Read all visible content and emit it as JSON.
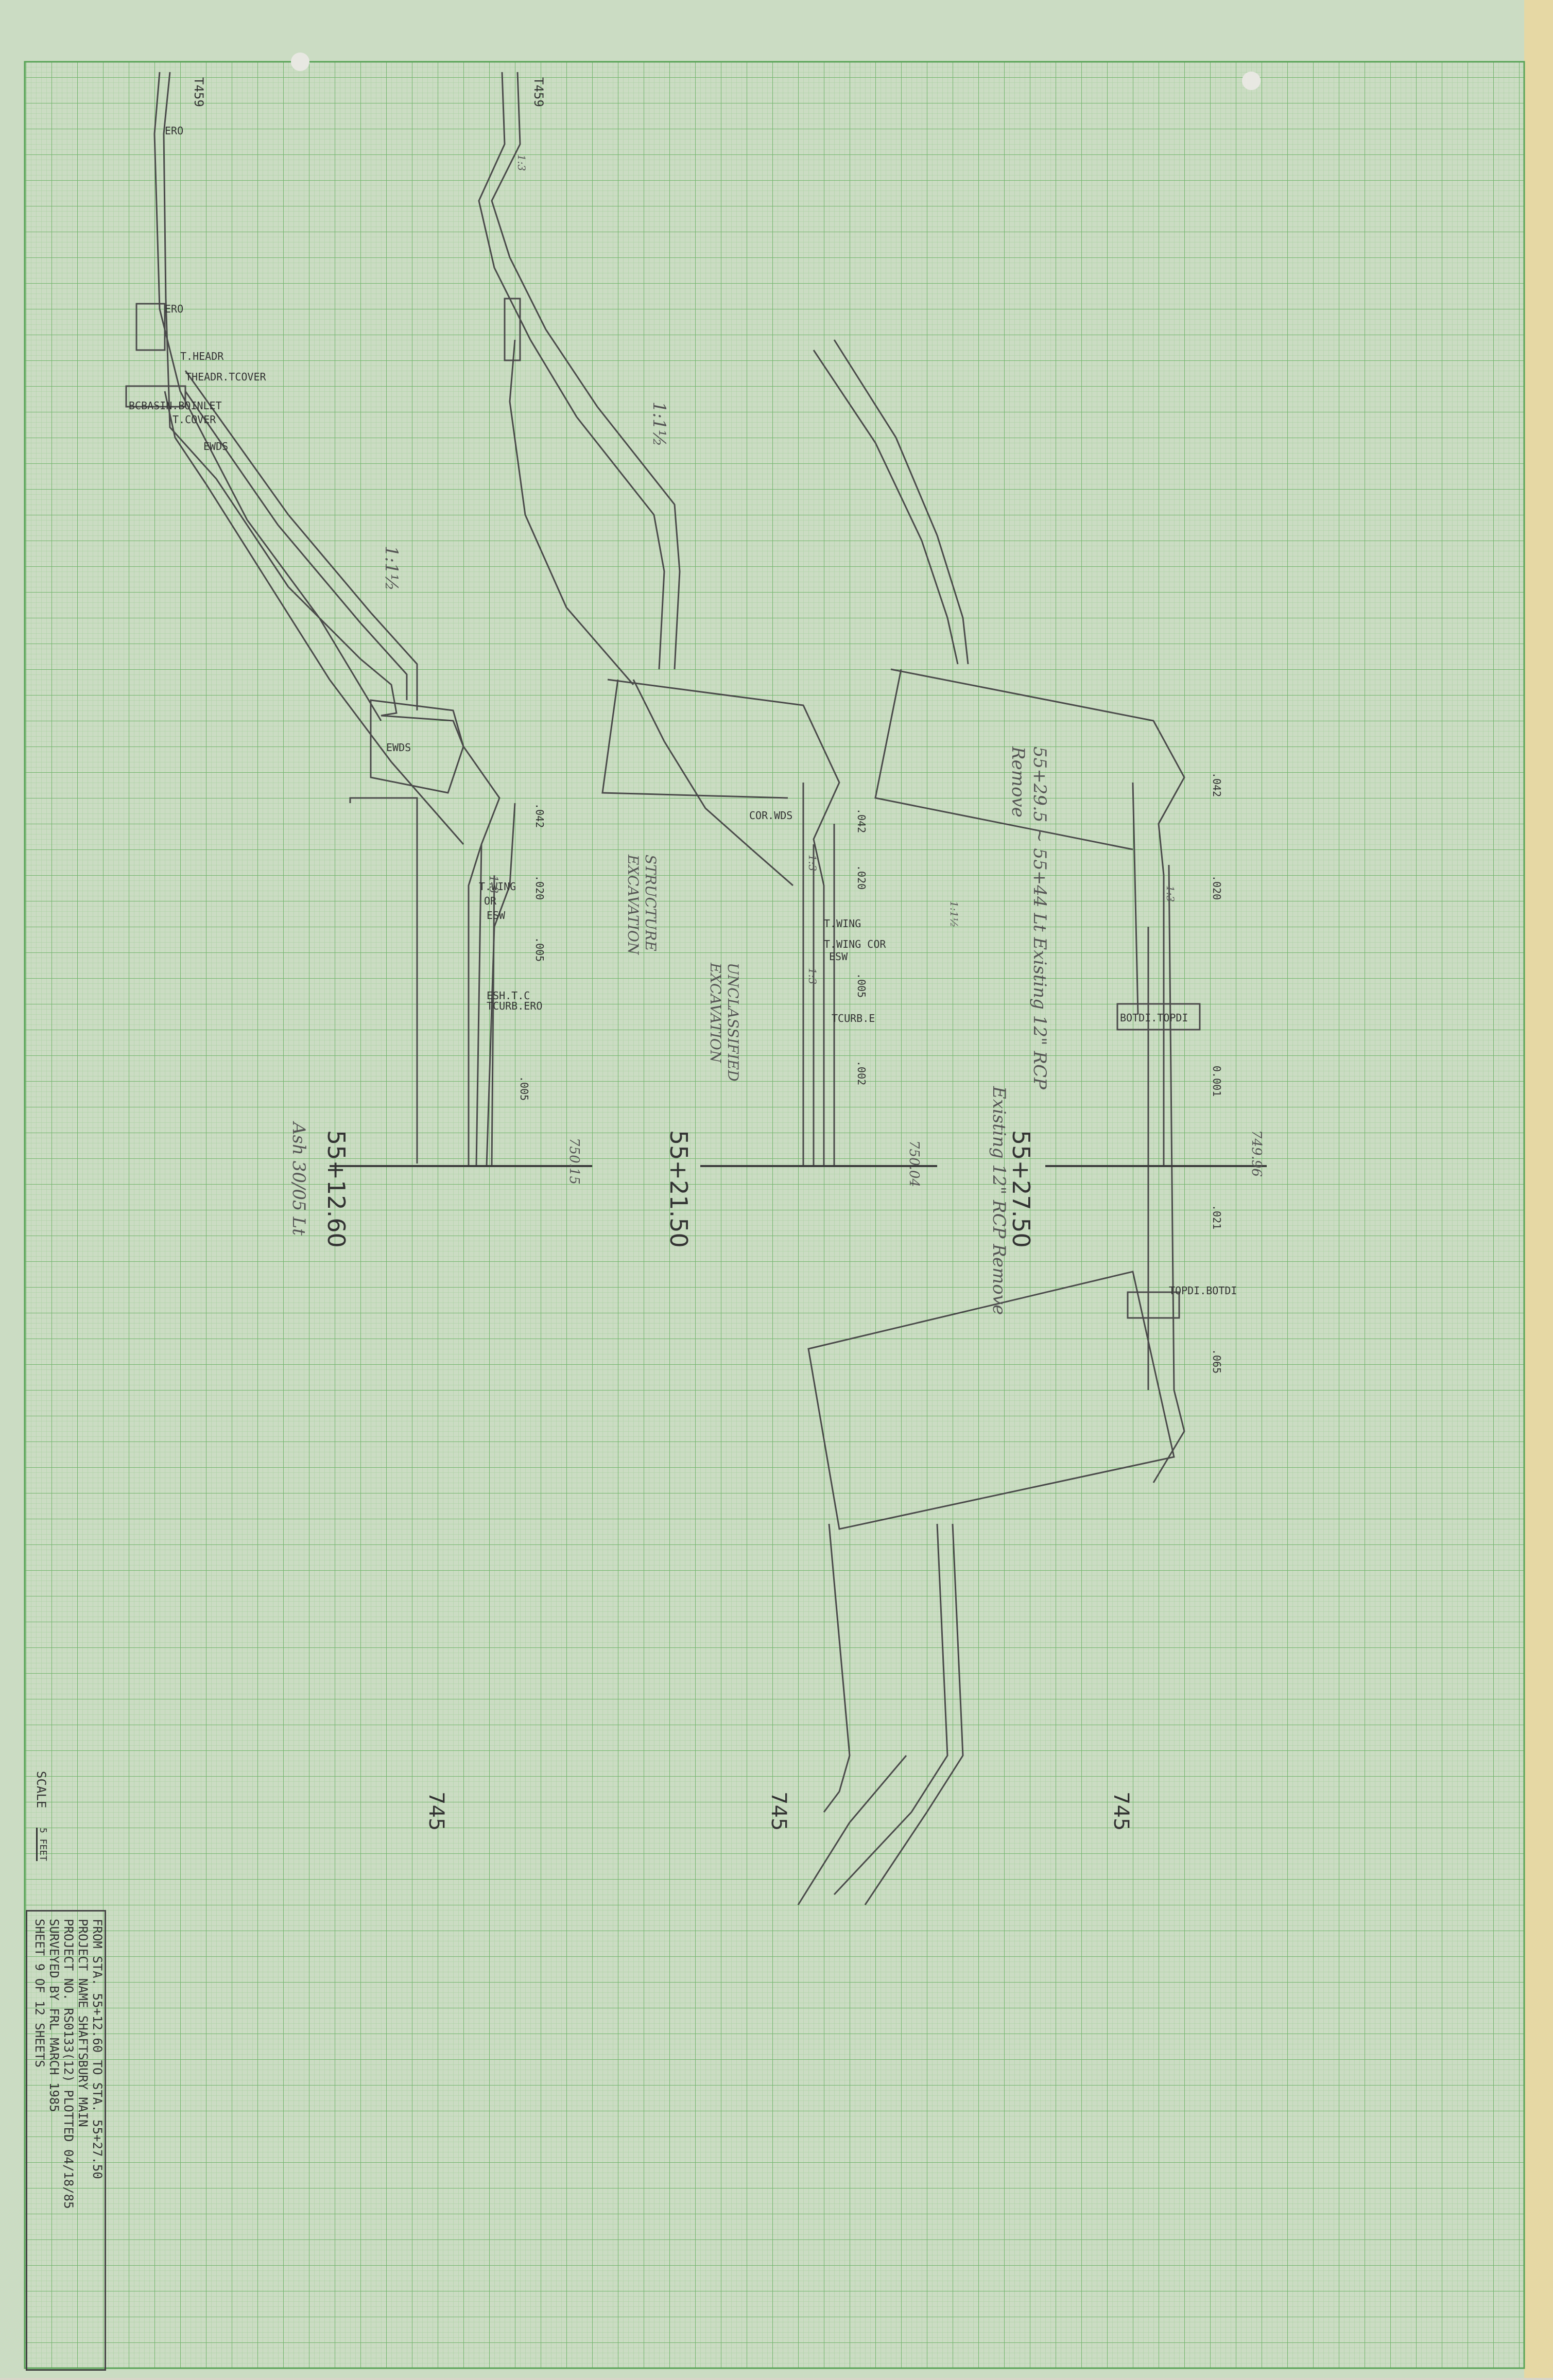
{
  "colors": {
    "paper": "#cfe3c8",
    "grid_minor": "#a9d3a0",
    "grid_major": "#6fb86a",
    "pencil": "#4a4a4a",
    "edge": "#e8d9a0"
  },
  "sections": [
    {
      "station": "55+12.60",
      "elevation_label": "750.15",
      "grade_label": "745",
      "note": "Ash 30/05 Lt",
      "slope_upper": "1:1½",
      "labels": [
        "T459",
        "ERO",
        "ERO",
        "T.HEADR",
        "THEADR.TCOVER",
        "BCBASIN.BOINLET",
        "T.COVER",
        "EWDS",
        "EWDS",
        "T.WING",
        "OR",
        "ESW",
        "ESH.T.C",
        "TCURB.ERO"
      ],
      "dims": [
        ".042",
        ".020",
        ".005",
        ".005"
      ],
      "slopes": [
        "1:3"
      ]
    },
    {
      "station": "55+21.50",
      "elevation_label": "750.04",
      "grade_label": "745",
      "note": "",
      "slope_upper": "1:1½",
      "labels": [
        "T459",
        "COR.WDS",
        "T.WING",
        "T.WING COR",
        "ESW",
        "TCURB.E"
      ],
      "dims": [
        ".042",
        ".020",
        ".005",
        ".002"
      ],
      "slopes": [
        "1:3",
        "1:3",
        "1:3"
      ],
      "annotations": [
        "STRUCTURE EXCAVATION",
        "UNCLASSIFIED EXCAVATION"
      ]
    },
    {
      "station": "55+27.50",
      "elevation_label": "749.96",
      "grade_label": "745",
      "note": "Existing 12\" RCP Remove",
      "note2": "55+29.5 ~ 55+44 Lt Existing 12\" RCP Remove",
      "slope_upper": "1:1½",
      "labels": [
        "BOTDI.TOPDI",
        "TOPDI.BOTDI"
      ],
      "dims": [
        ".042",
        ".020",
        "0.001",
        ".021",
        ".065"
      ],
      "slopes": [
        "1:3"
      ]
    }
  ],
  "scale": {
    "label": "SCALE",
    "value": "5 FEET"
  },
  "title_block": {
    "line1": "FROM STA.   55+12.60   TO STA.   55+27.50",
    "line2": "PROJECT NAME   SHAFTSBURY MAIN",
    "line3": "PROJECT NO.   RS0133(12)   PLOTTED 04/18/85",
    "line4": "SURVEYED BY   FRL   MARCH 1985",
    "line5": "SHEET   9   OF   12   SHEETS"
  }
}
